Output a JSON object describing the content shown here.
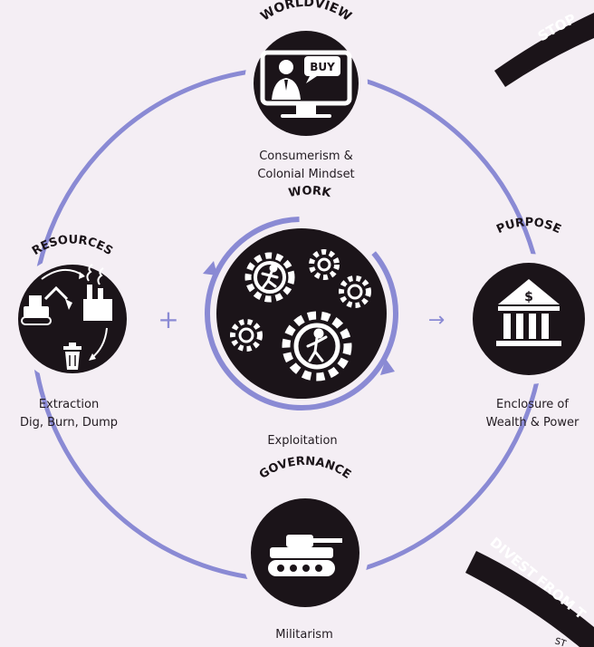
{
  "nodes": {
    "worldview": {
      "title": "WORLDVIEW",
      "icon_text": "BUY",
      "caption": [
        "Consumerism &",
        "Colonial Mindset"
      ]
    },
    "resources": {
      "title": "RESOURCES",
      "caption": [
        "Extraction",
        "Dig, Burn, Dump"
      ]
    },
    "work": {
      "title": "WORK",
      "caption": [
        "Exploitation"
      ]
    },
    "purpose": {
      "title": "PURPOSE",
      "icon_text": "$",
      "caption": [
        "Enclosure of",
        "Wealth & Power"
      ]
    },
    "governance": {
      "title": "GOVERNANCE",
      "caption": [
        "Militarism"
      ]
    }
  },
  "operators": {
    "plus": "+",
    "arrow": "→"
  },
  "banners": {
    "top": "STOP",
    "bottom": "DIVEST FROM T",
    "bottom_sub": "ST"
  },
  "colors": {
    "ring": "#8a8ad4",
    "node": "#1b1419",
    "background": "#f4eef4",
    "icon": "#ffffff"
  }
}
